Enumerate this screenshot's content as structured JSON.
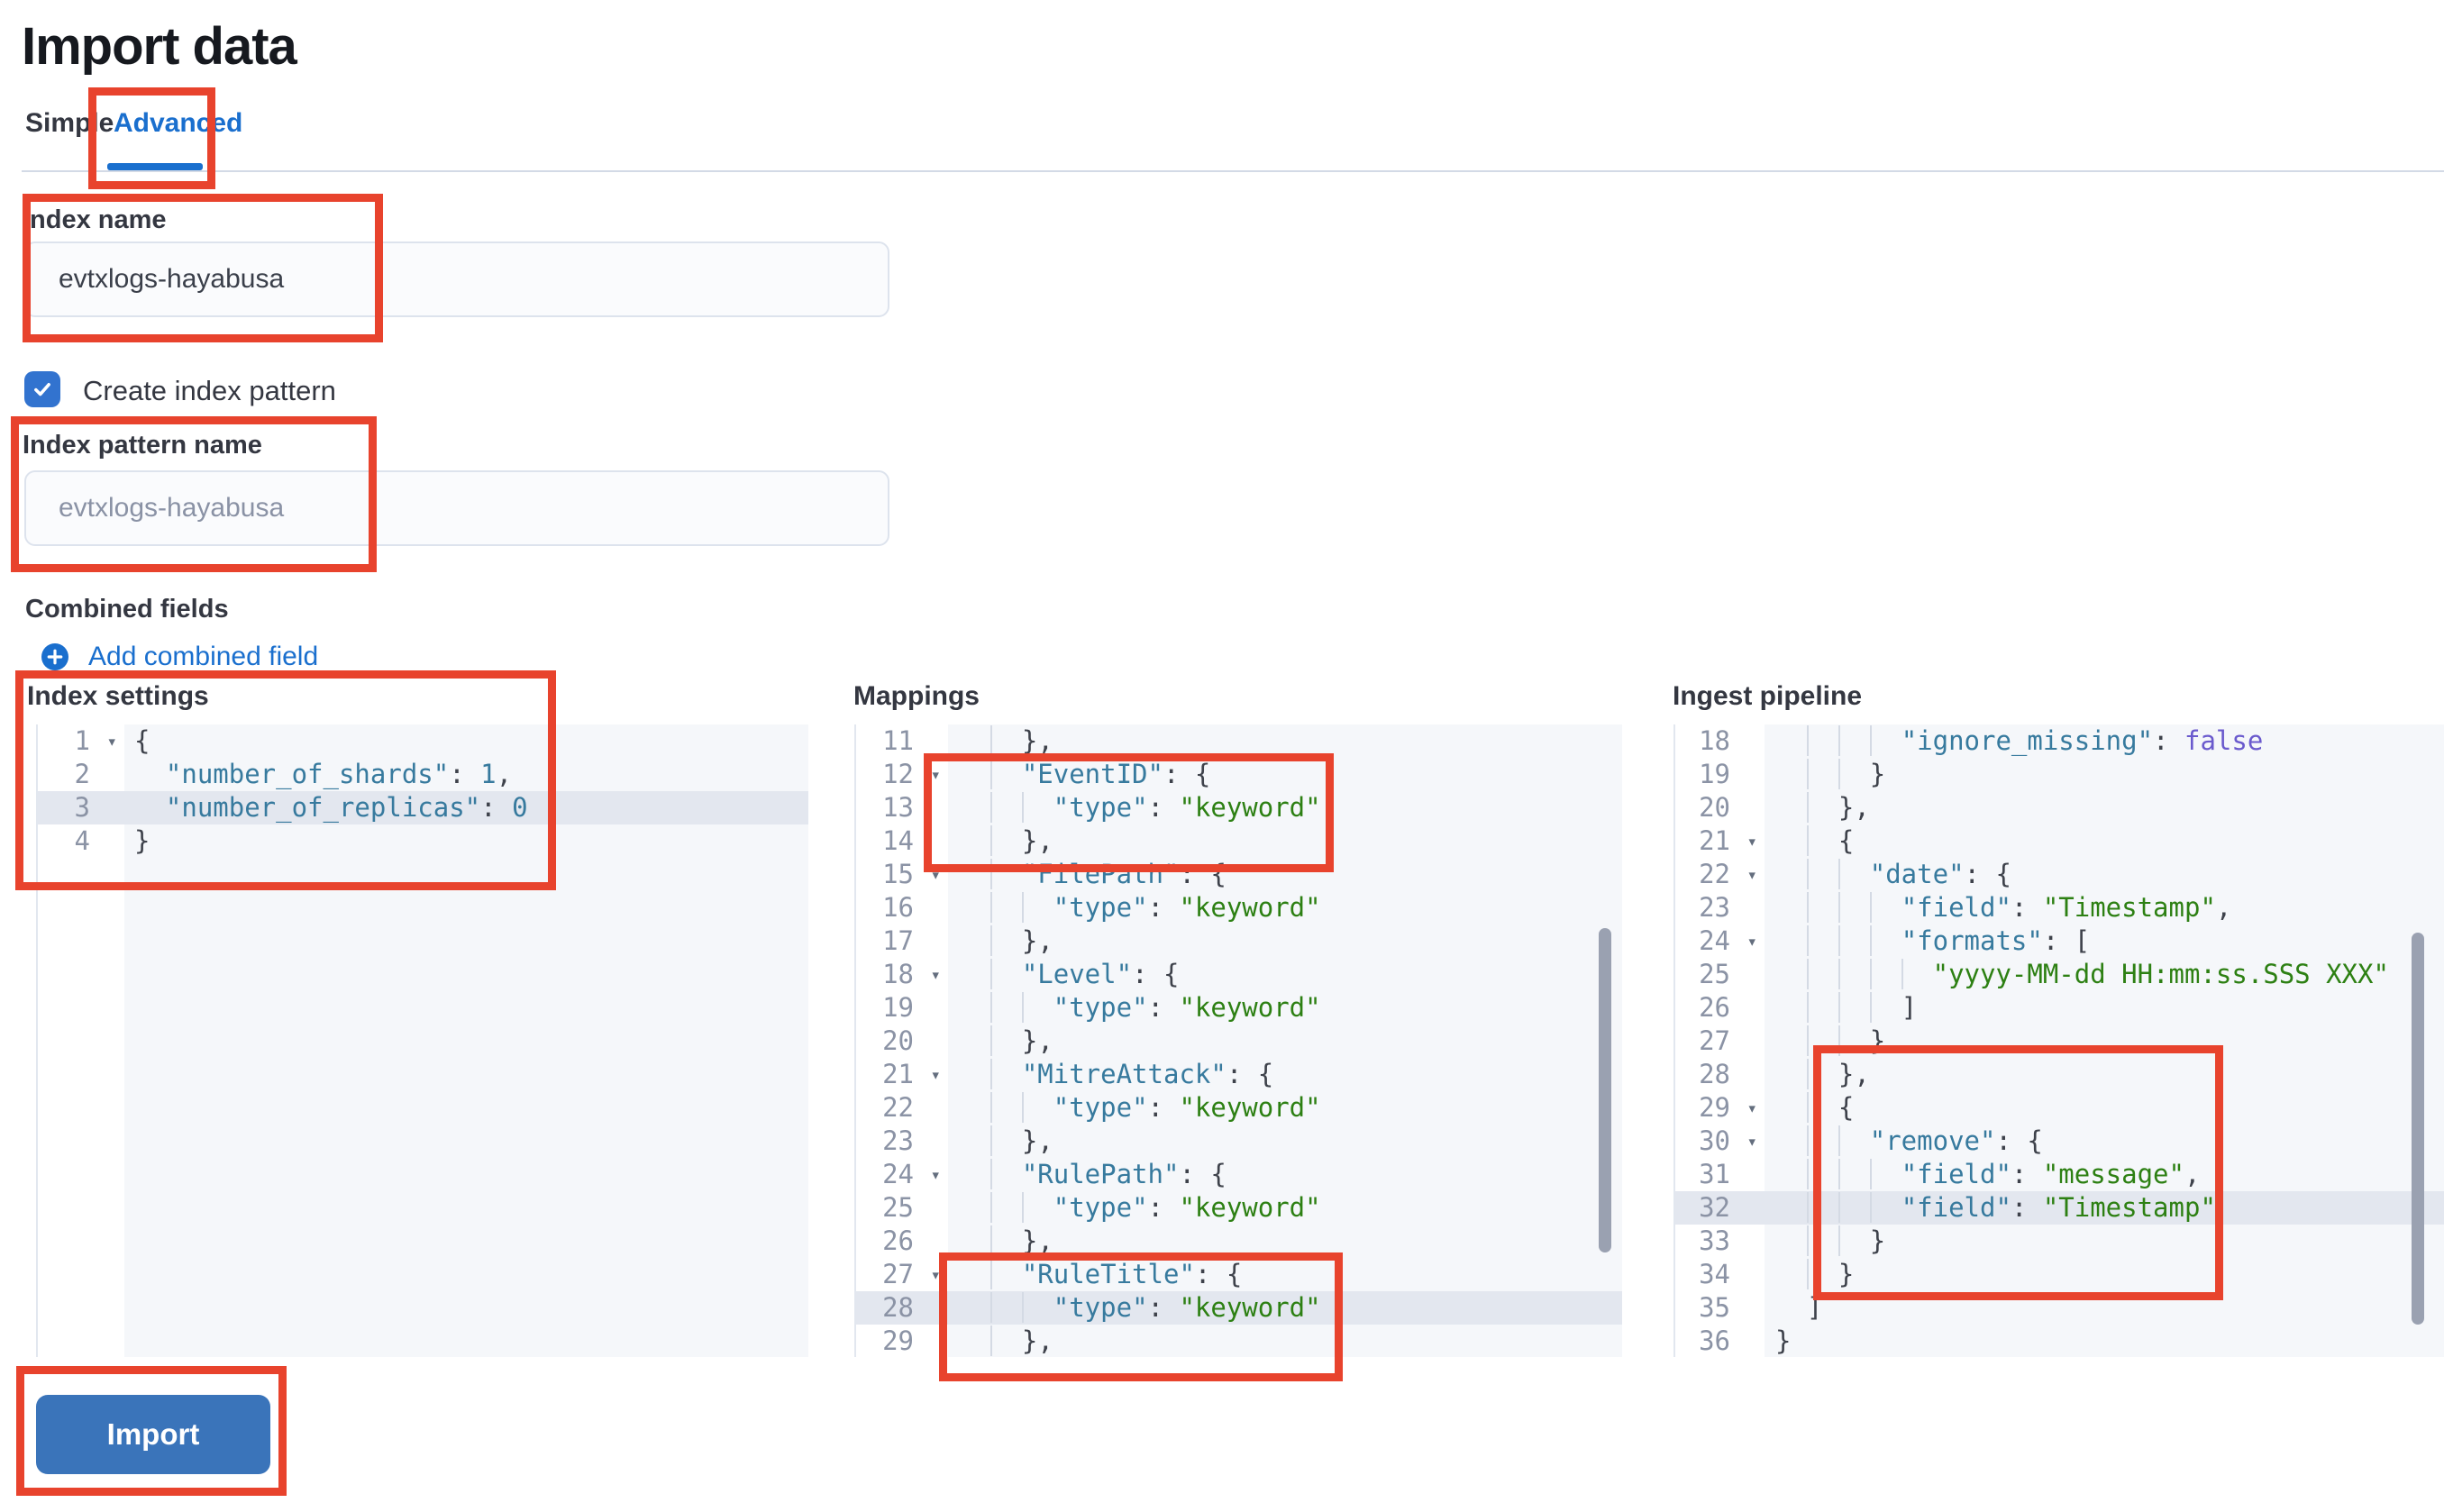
{
  "page": {
    "title": "Import data"
  },
  "tabs": [
    {
      "label": "Simple",
      "active": false
    },
    {
      "label": "Advanced",
      "active": true
    }
  ],
  "form": {
    "index_name": {
      "label": "Index name",
      "value": "evtxlogs-hayabusa"
    },
    "create_index_pattern": {
      "label": "Create index pattern",
      "checked": true
    },
    "index_pattern_name": {
      "label": "Index pattern name",
      "placeholder": "evtxlogs-hayabusa"
    },
    "combined_fields": {
      "label": "Combined fields",
      "add_link_label": "Add combined field"
    }
  },
  "editors": [
    {
      "title": "Index settings",
      "first_line": 1,
      "active_line": 3,
      "fold_lines": [
        1
      ],
      "lines": [
        "{",
        "  \"number_of_shards\": 1,",
        "  \"number_of_replicas\": 0",
        "}"
      ]
    },
    {
      "title": "Mappings",
      "first_line": 11,
      "active_line": 28,
      "fold_lines": [
        12,
        15,
        18,
        21,
        24,
        27
      ],
      "lines": [
        "    },",
        "    \"EventID\": {",
        "      \"type\": \"keyword\"",
        "    },",
        "    \"FilePath\": {",
        "      \"type\": \"keyword\"",
        "    },",
        "    \"Level\": {",
        "      \"type\": \"keyword\"",
        "    },",
        "    \"MitreAttack\": {",
        "      \"type\": \"keyword\"",
        "    },",
        "    \"RulePath\": {",
        "      \"type\": \"keyword\"",
        "    },",
        "    \"RuleTitle\": {",
        "      \"type\": \"keyword\"",
        "    },"
      ]
    },
    {
      "title": "Ingest pipeline",
      "first_line": 18,
      "active_line": 32,
      "fold_lines": [
        21,
        22,
        24,
        29,
        30
      ],
      "lines": [
        "        \"ignore_missing\": false",
        "      }",
        "    },",
        "    {",
        "      \"date\": {",
        "        \"field\": \"Timestamp\",",
        "        \"formats\": [",
        "          \"yyyy-MM-dd HH:mm:ss.SSS XXX\"",
        "        ]",
        "      }",
        "    },",
        "    {",
        "      \"remove\": {",
        "        \"field\": \"message\",",
        "        \"field\": \"Timestamp\"",
        "      }",
        "    }",
        "  ]",
        "}"
      ]
    }
  ],
  "import_button": {
    "label": "Import"
  },
  "colors": {
    "accent_blue": "#1a6fce",
    "button_blue": "#3a74ba",
    "checkbox_blue": "#3273cf",
    "annotation_red": "#e8432d",
    "editor_bg": "#f5f7fa",
    "editor_active_line": "#e3e7ef",
    "json_key": "#377a9e",
    "json_string": "#2d8013",
    "json_constant": "#6a5acd"
  }
}
